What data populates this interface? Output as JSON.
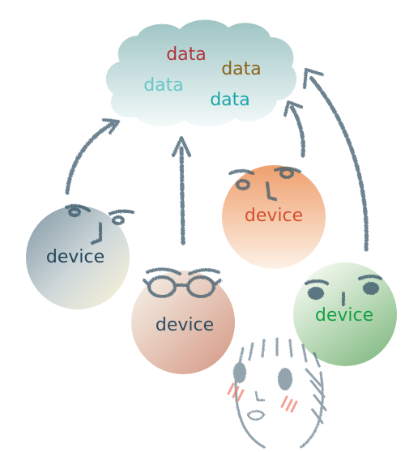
{
  "cloud": {
    "words": [
      {
        "text": "data",
        "color": "#b0343c"
      },
      {
        "text": "data",
        "color": "#8a6418"
      },
      {
        "text": "data",
        "color": "#6cc6c6"
      },
      {
        "text": "data",
        "color": "#1aa6aa"
      }
    ],
    "fill_top": "#9ec4c4",
    "fill_bottom": "#f4fafa"
  },
  "devices": [
    {
      "label": "device",
      "text_color": "#24465a",
      "face": "brows-mouth"
    },
    {
      "label": "device",
      "text_color": "#2c4c5e",
      "face": "glasses"
    },
    {
      "label": "device",
      "text_color": "#d4502e",
      "face": "brows-nose"
    },
    {
      "label": "device",
      "text_color": "#17a046",
      "face": "eyes"
    }
  ],
  "sketch_color": "#3c5a6c"
}
